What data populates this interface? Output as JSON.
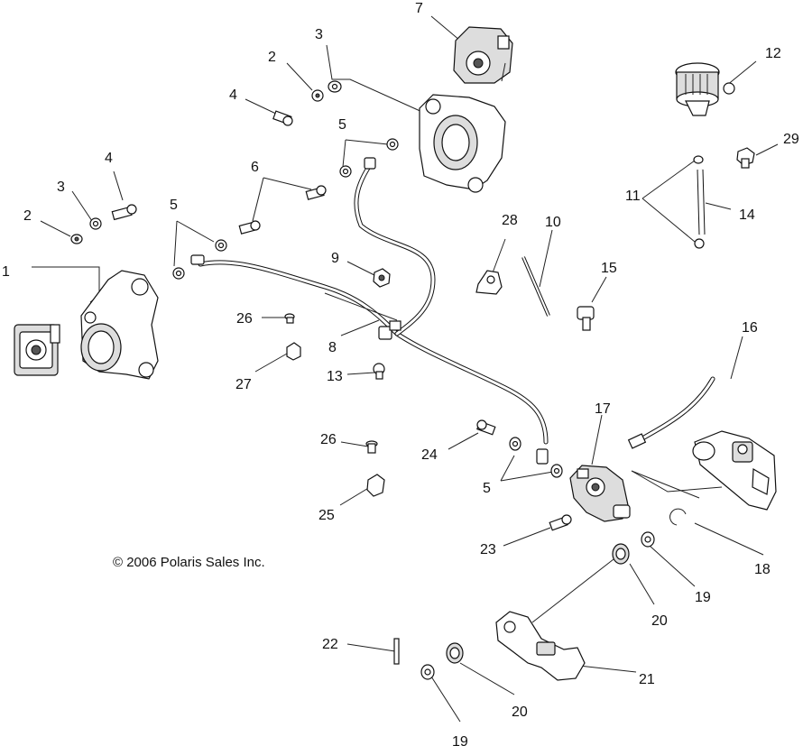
{
  "diagram": {
    "copyright": "© 2006 Polaris Sales Inc.",
    "callouts": [
      "1",
      "2",
      "2",
      "3",
      "3",
      "4",
      "4",
      "5",
      "5",
      "5",
      "5",
      "6",
      "7",
      "8",
      "9",
      "10",
      "11",
      "12",
      "13",
      "14",
      "15",
      "16",
      "17",
      "18",
      "19",
      "19",
      "20",
      "20",
      "21",
      "22",
      "23",
      "24",
      "25",
      "26",
      "26",
      "27",
      "28",
      "29"
    ]
  }
}
